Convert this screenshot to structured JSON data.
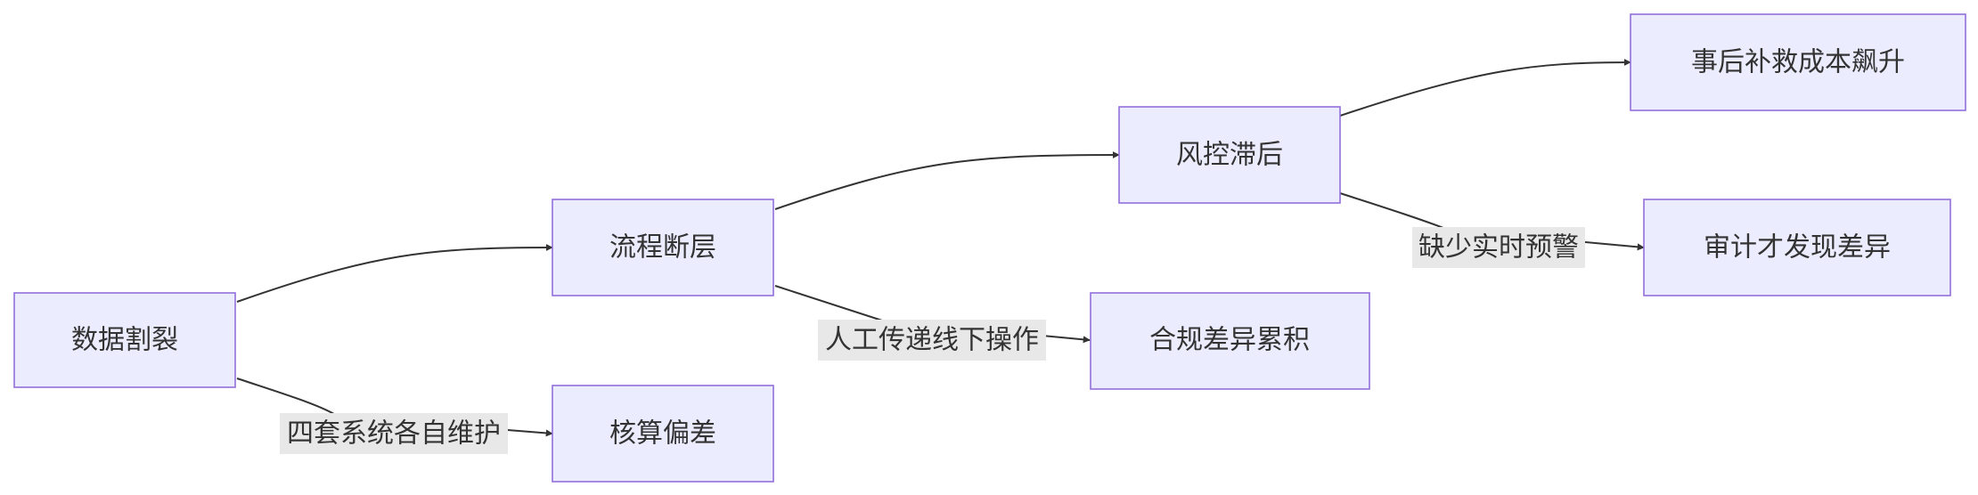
{
  "nodes": {
    "data_split": "数据割裂",
    "process_gap": "流程断层",
    "accounting_bias": "核算偏差",
    "risk_lag": "风控滞后",
    "compliance_diff": "合规差异累积",
    "remediation_cost": "事后补救成本飙升",
    "audit_diff": "审计才发现差异"
  },
  "edge_labels": {
    "four_systems": "四套系统各自维护",
    "manual_offline": "人工传递线下操作",
    "no_warning": "缺少实时预警"
  },
  "colors": {
    "node_fill": "#ECECFF",
    "node_stroke": "#9370DB",
    "edge": "#333333",
    "label_bg": "#e8e8e8",
    "text": "#333333"
  }
}
